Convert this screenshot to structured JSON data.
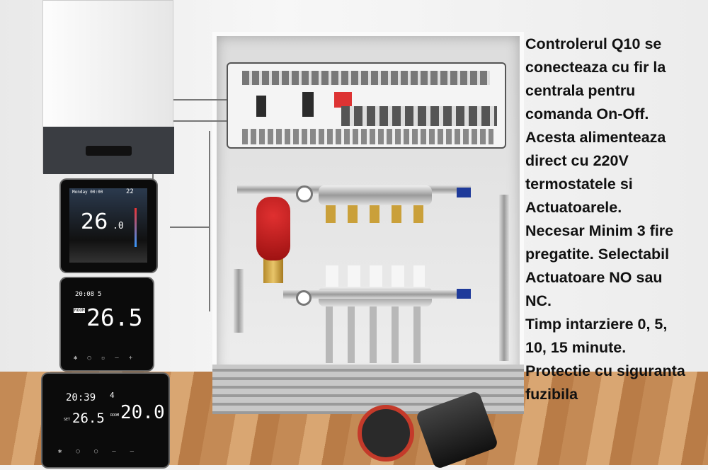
{
  "description": {
    "lines": [
      "Controlerul Q10 se",
      "conecteaza cu fir la",
      "centrala pentru",
      "comanda On-Off.",
      "Acesta alimenteaza",
      "direct cu 220V",
      "termostatele si",
      "Actuatoarele.",
      "Necesar Minim 3 fire",
      "pregatite. Selectabil",
      "Actuatoare NO sau",
      "NC.",
      "Timp intarziere 0, 5,",
      "10, 15 minute.",
      "Protectie cu siguranta",
      "fuzibila"
    ]
  },
  "thermostat_1": {
    "date": "Monday 00:00",
    "outdoor": "22",
    "temp": "26",
    "decimal": ".0"
  },
  "thermostat_2": {
    "time": "20:08",
    "mode": "5",
    "label": "ROOM",
    "temp": "26.5"
  },
  "thermostat_3": {
    "time": "20:39",
    "program": "4",
    "set_label": "SET",
    "set_temp": "26.5",
    "room_label": "ROOM",
    "room_temp": "20.0"
  },
  "colors": {
    "pump": "#c81e1e",
    "floor": "#c48a55",
    "valve_handle": "#1e3a9a"
  }
}
